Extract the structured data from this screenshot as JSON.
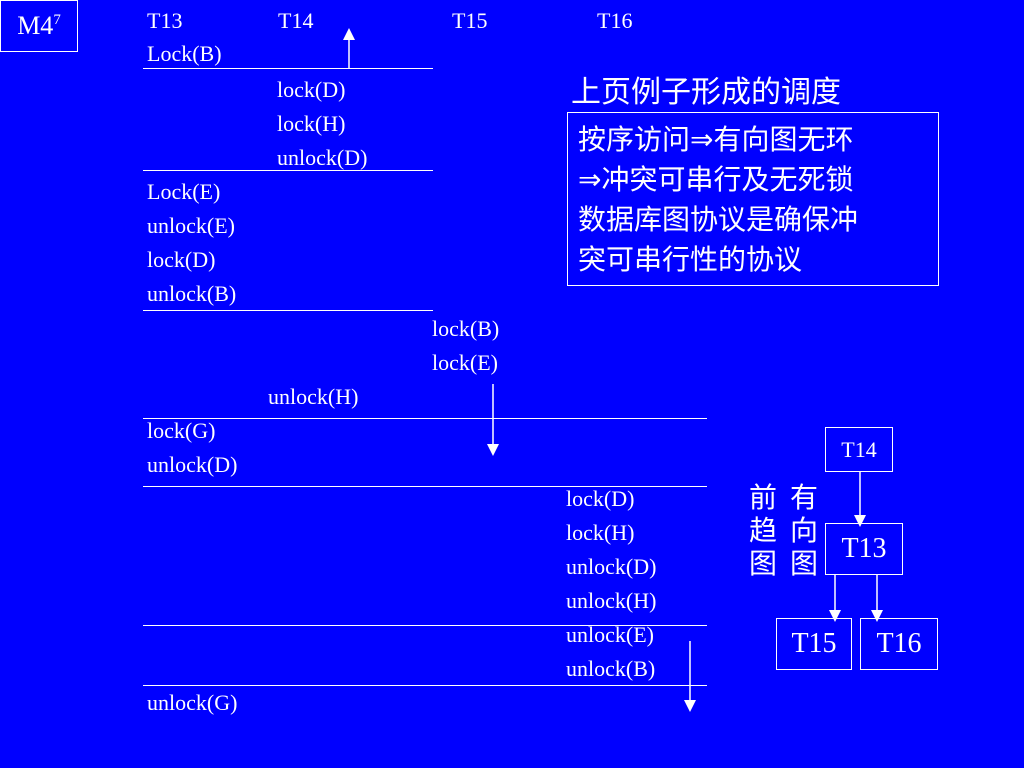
{
  "badge": {
    "label": "M4",
    "superscript": "7"
  },
  "headers": [
    "T13",
    "T14",
    "T15",
    "T16"
  ],
  "schedule": [
    {
      "text": "Lock(B)",
      "tx": "T13"
    },
    {
      "text": "lock(D)",
      "tx": "T14"
    },
    {
      "text": "lock(H)",
      "tx": "T14"
    },
    {
      "text": "unlock(D)",
      "tx": "T14"
    },
    {
      "text": "Lock(E)",
      "tx": "T13"
    },
    {
      "text": "unlock(E)",
      "tx": "T13"
    },
    {
      "text": "lock(D)",
      "tx": "T13"
    },
    {
      "text": "unlock(B)",
      "tx": "T13"
    },
    {
      "text": "lock(B)",
      "tx": "T15"
    },
    {
      "text": "lock(E)",
      "tx": "T15"
    },
    {
      "text": "unlock(H)",
      "tx": "T14"
    },
    {
      "text": "lock(G)",
      "tx": "T13"
    },
    {
      "text": "unlock(D)",
      "tx": "T13"
    },
    {
      "text": "lock(D)",
      "tx": "T16"
    },
    {
      "text": "lock(H)",
      "tx": "T16"
    },
    {
      "text": "unlock(D)",
      "tx": "T16"
    },
    {
      "text": "unlock(H)",
      "tx": "T16"
    },
    {
      "text": "unlock(E)",
      "tx": "T16"
    },
    {
      "text": "unlock(B)",
      "tx": "T16"
    },
    {
      "text": "unlock(G)",
      "tx": "T13"
    }
  ],
  "caption": "上页例子形成的调度",
  "note_lines": [
    "按序访问⇒有向图无环",
    "⇒冲突可串行及无死锁",
    "数据库图协议是确保冲",
    "突可串行性的协议"
  ],
  "graph_label_left": [
    "前",
    "趋",
    "图"
  ],
  "graph_label_right": [
    "有",
    "向",
    "图"
  ],
  "graph_nodes": {
    "t14": "T14",
    "t13": "T13",
    "t15": "T15",
    "t16": "T16"
  }
}
